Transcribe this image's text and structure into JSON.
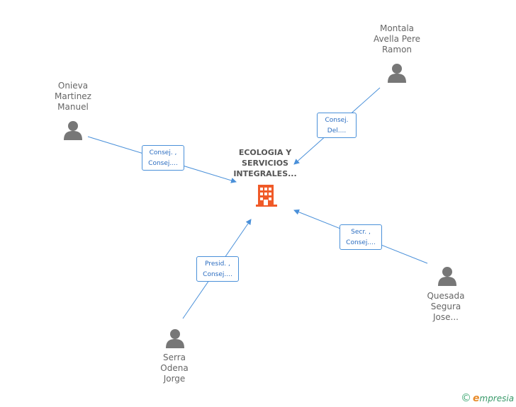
{
  "company": {
    "name_lines": [
      "ECOLOGIA Y",
      "SERVICIOS",
      "INTEGRALES..."
    ],
    "icon": "building-icon",
    "icon_color": "#f05a28"
  },
  "people": [
    {
      "id": "montala",
      "name_lines": [
        "Montala",
        "Avella Pere",
        "Ramon"
      ],
      "role_lines": [
        "Consej.",
        "Del...."
      ],
      "icon": "person-icon"
    },
    {
      "id": "onieva",
      "name_lines": [
        "Onieva",
        "Martinez",
        "Manuel"
      ],
      "role_lines": [
        "Consej. ,",
        "Consej...."
      ],
      "icon": "person-icon"
    },
    {
      "id": "quesada",
      "name_lines": [
        "Quesada",
        "Segura",
        "Jose..."
      ],
      "role_lines": [
        "Secr. ,",
        "Consej...."
      ],
      "icon": "person-icon"
    },
    {
      "id": "serra",
      "name_lines": [
        "Serra",
        "Odena",
        "Jorge"
      ],
      "role_lines": [
        "Presid. ,",
        "Consej...."
      ],
      "icon": "person-icon"
    }
  ],
  "colors": {
    "edge": "#4a90d9",
    "person_icon": "#777777",
    "person_text": "#666666"
  },
  "footer": {
    "copyright_symbol": "©",
    "brand_initial": "e",
    "brand_rest": "mpresia"
  }
}
